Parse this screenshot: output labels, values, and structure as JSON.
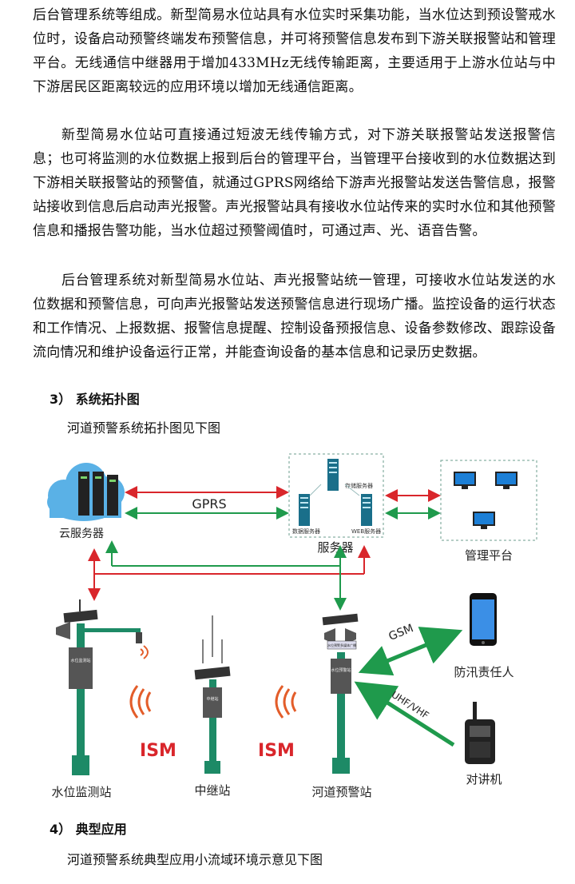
{
  "paragraphs": [
    "后台管理系统等组成。新型简易水位站具有水位实时采集功能，当水位达到预设警戒水位时，设备启动预警终端发布预警信息，并可将预警信息发布到下游关联报警站和管理平台。无线通信中继器用于增加433MHz无线传输距离，主要适用于上游水位站与中下游居民区距离较远的应用环境以增加无线通信距离。",
    "新型简易水位站可直接通过短波无线传输方式，对下游关联报警站发送报警信息；也可将监测的水位数据上报到后台的管理平台，当管理平台接收到的水位数据达到下游相关联报警站的预警值，就通过GPRS网络给下游声光报警站发送告警信息，报警站接收到信息后启动声光报警。声光报警站具有接收水位站传来的实时水位和其他预警信息和播报告警功能，当水位超过预警阈值时，可通过声、光、语音告警。",
    "后台管理系统对新型简易水位站、声光报警站统一管理，可接收水位站发送的水位数据和预警信息，可向声光报警站发送预警信息进行现场广播。监控设备的运行状态和工作情况、上报数据、报警信息提醒、控制设备预报信息、设备参数修改、跟踪设备流向情况和维护设备运行正常，并能查询设备的基本信息和记录历史数据。"
  ],
  "section3": {
    "title": "3） 系统拓扑图",
    "note": "河道预警系统拓扑图见下图"
  },
  "diagram": {
    "cloud_label": "云服务器",
    "gprs_label": "GPRS",
    "server_group_label": "服务器",
    "storage_server_label": "存储服务器",
    "data_server_label": "数据服务器",
    "web_server_label": "WEB服务器",
    "mgmt_label": "管理平台",
    "water_station_label": "水位监测站",
    "relay_label": "中继站",
    "warning_station_label": "河道预警站",
    "ism_left": "ISM",
    "ism_right": "ISM",
    "gsm_label": "GSM",
    "uhf_label": "UHF/VHF",
    "person_label": "防汛责任人",
    "walkie_label": "对讲机",
    "pole_box_water": "水位监测站",
    "pole_box_relay": "中继站",
    "pole_box_warning": "水位预警站",
    "speaker_banner": "水位预警多媒体广播"
  },
  "section4": {
    "title": "4） 典型应用",
    "note": "河道预警系统典型应用小流域环境示意见下图"
  },
  "colors": {
    "red": "#d9262b",
    "green": "#1f9a4c",
    "cloud": "#5ab1e6",
    "pole": "#1d8a66"
  }
}
